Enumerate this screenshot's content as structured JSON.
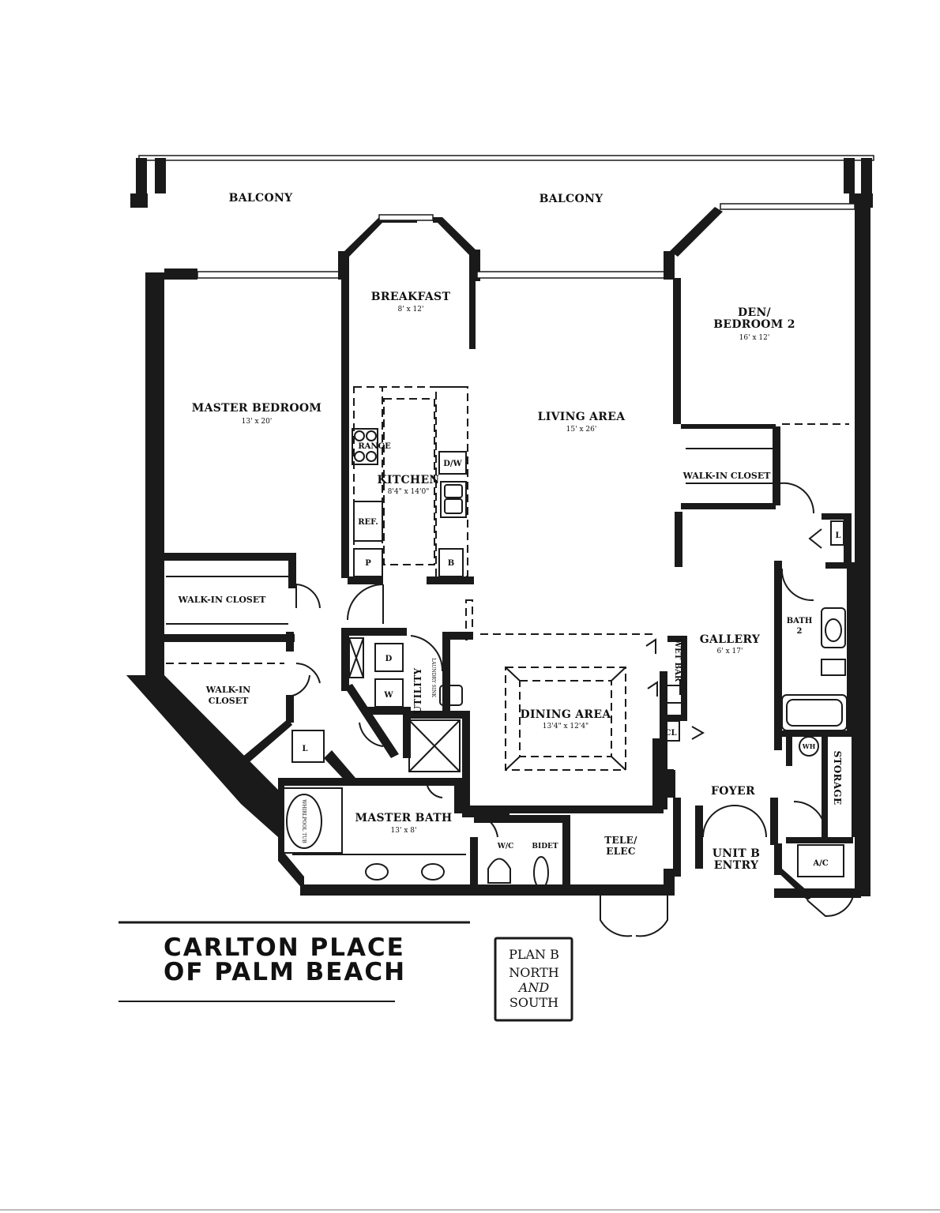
{
  "rooms": {
    "balcony_left": "BALCONY",
    "balcony_right": "BALCONY",
    "breakfast": {
      "name": "BREAKFAST",
      "dims": "8' x 12'"
    },
    "den": {
      "name_line1": "DEN/",
      "name_line2": "BEDROOM 2",
      "dims": "16' x 12'"
    },
    "master_bedroom": {
      "name": "MASTER BEDROOM",
      "dims": "13' x 20'"
    },
    "living_area": {
      "name": "LIVING AREA",
      "dims": "15' x 26'"
    },
    "kitchen": {
      "name": "KITCHEN",
      "dims": "8'4\" x 14'0\""
    },
    "range": "RANGE",
    "dw": "D/W",
    "ref": "REF.",
    "pantry": "P",
    "bar_b": "B",
    "walk_in_closet_den": "WALK-IN CLOSET",
    "walk_in_closet_master": "WALK-IN CLOSET",
    "walk_in_closet_lower_line1": "WALK-IN",
    "walk_in_closet_lower_line2": "CLOSET",
    "linen_l_master": "L",
    "linen_l_bath": "L",
    "dryer": "D",
    "washer": "W",
    "utility": "UTILITY",
    "laundry_sink": "LAUNDRY SINK",
    "dining_area": {
      "name": "DINING AREA",
      "dims": "13'4\" x 12'4\""
    },
    "wet_bar": "WET BAR",
    "gallery": {
      "name": "GALLERY",
      "dims": "6' x 17'"
    },
    "bath2": {
      "line1": "BATH",
      "line2": "2"
    },
    "closet_cl": "CL",
    "water_heater": "WH",
    "storage": "STORAGE",
    "foyer": "FOYER",
    "unit_entry": {
      "line1": "UNIT B",
      "line2": "ENTRY"
    },
    "ac": "A/C",
    "master_bath": {
      "name": "MASTER BATH",
      "dims": "13' x 8'"
    },
    "whirlpool": "WHIRLPOOL TUB",
    "wc": "W/C",
    "bidet": "BIDET",
    "tele_elec": {
      "line1": "TELE/",
      "line2": "ELEC"
    }
  },
  "title": {
    "line1": "CARLTON PLACE",
    "line2": "OF PALM BEACH"
  },
  "plan_box": {
    "line1": "PLAN B",
    "line2": "NORTH",
    "line3": "AND",
    "line4": "SOUTH"
  }
}
